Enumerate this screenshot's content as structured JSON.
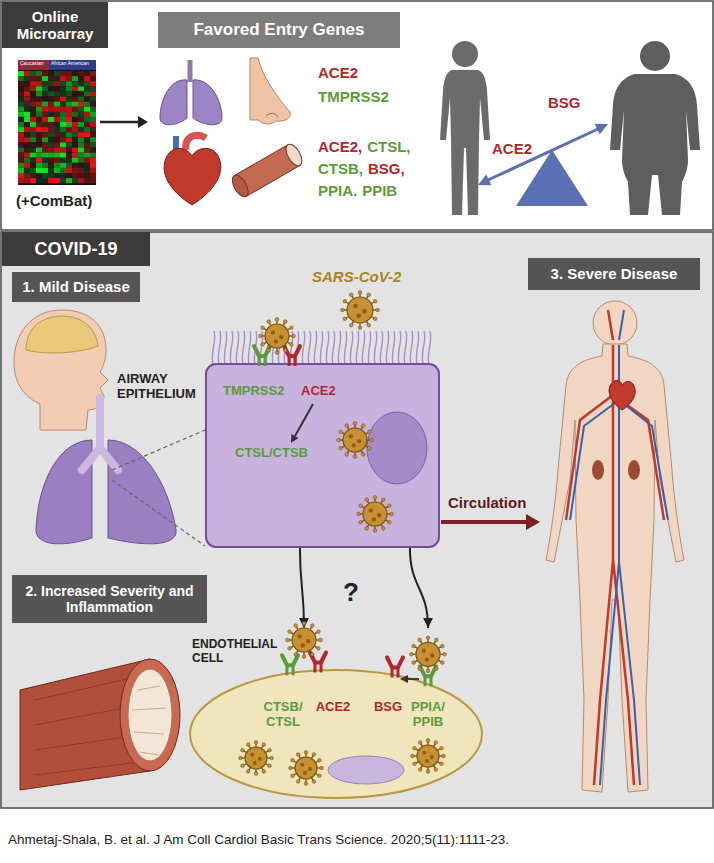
{
  "diagram": {
    "caption": "Ahmetaj-Shala, B. et al. J Am Coll Cardiol Basic Trans Science. 2020;5(11):1111-23.",
    "nodes": [
      {
        "text": [
          "Online Microarray"
        ]
      },
      {
        "text": [
          "Favored Entry Genes"
        ]
      },
      {
        "text": [
          "COVID-19"
        ]
      },
      {
        "text": [
          "1. Mild Disease"
        ]
      },
      {
        "text": [
          "AIRWAY EPITHELIUM",
          "TMPRSS2",
          "ACE2",
          "CTSL/CTSB"
        ]
      },
      {
        "text": [
          "3. Severe Disease"
        ]
      },
      {
        "text": [
          "2. Increased Severity and Inflammation"
        ]
      },
      {
        "text": [
          "ENDOTHELIAL CELL",
          "CTSB/ CTSL",
          "ACE2",
          "BSG",
          "PPIA/ PPIB"
        ]
      }
    ],
    "edges": [
      {
        "from": 4,
        "to": 7,
        "arrow": "to"
      },
      {
        "from": 4,
        "to": 7,
        "arrow": "to"
      }
    ],
    "labels": [
      "Caucasian",
      "African American",
      "(+ComBat)",
      "ACE2",
      "TMPRSS2",
      "ACE2,",
      "CTSL,",
      "CTSB,",
      "BSG,",
      "PPIA.",
      "PPIB",
      "BSG",
      "ACE2",
      "SARS-CoV-2",
      "?",
      "Circulation"
    ]
  }
}
